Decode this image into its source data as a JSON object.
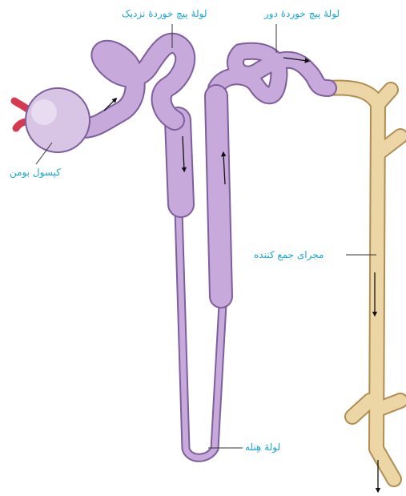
{
  "labels": {
    "proximal": "لولهٔ پیچ خوردهٔ نزدیک",
    "distal": "لولهٔ پیچ خوردهٔ دور",
    "bowman": "کپسول بومن",
    "collecting": "مجرای جمع کننده",
    "henle": "لولهٔ هِنله"
  },
  "colors": {
    "label_text": "#1aa6d6",
    "tubule_fill": "#c7a9dc",
    "tubule_stroke": "#7d5f9d",
    "capsule_fill": "#d8c5e6",
    "duct_fill": "#ecd6a6",
    "duct_stroke": "#b18d52",
    "vessel": "#d63a4f"
  }
}
